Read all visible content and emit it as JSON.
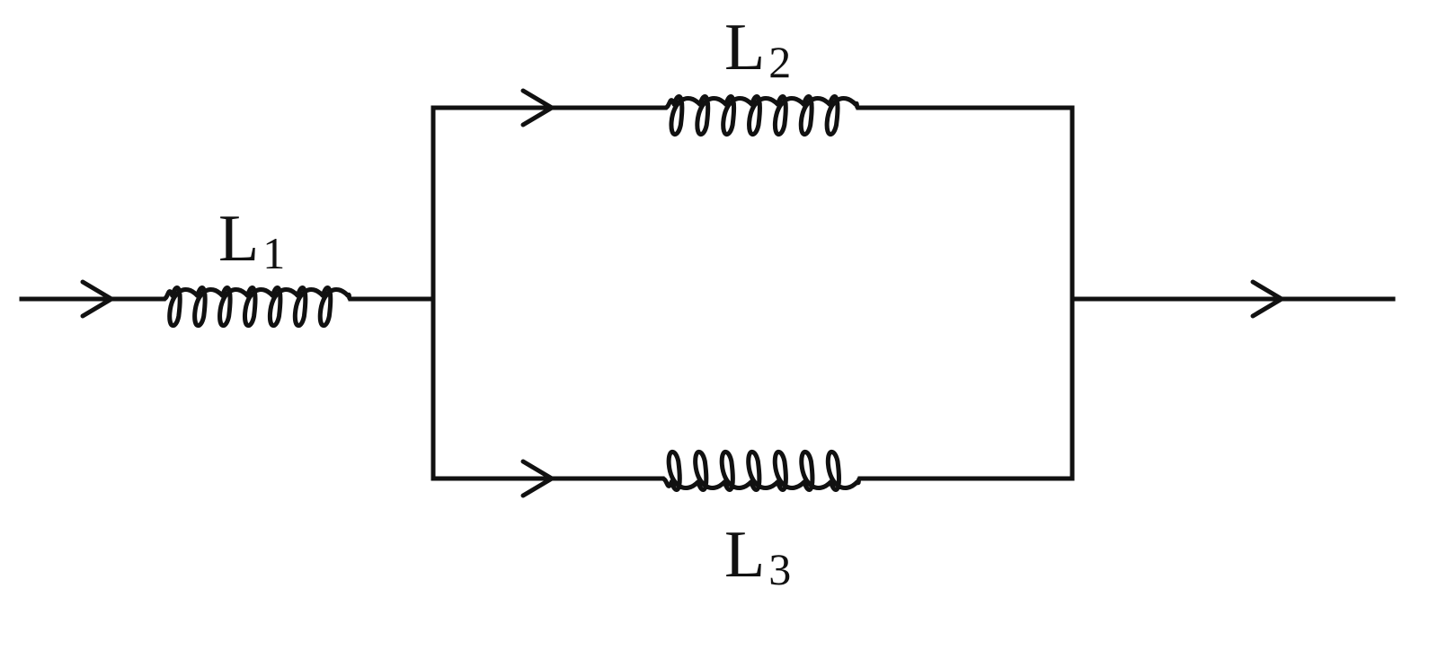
{
  "diagram": {
    "colors": {
      "ink": "#111111",
      "background": "#ffffff"
    },
    "inductors": [
      {
        "letter": "L",
        "subscript": "1"
      },
      {
        "letter": "L",
        "subscript": "2"
      },
      {
        "letter": "L",
        "subscript": "3"
      }
    ]
  }
}
